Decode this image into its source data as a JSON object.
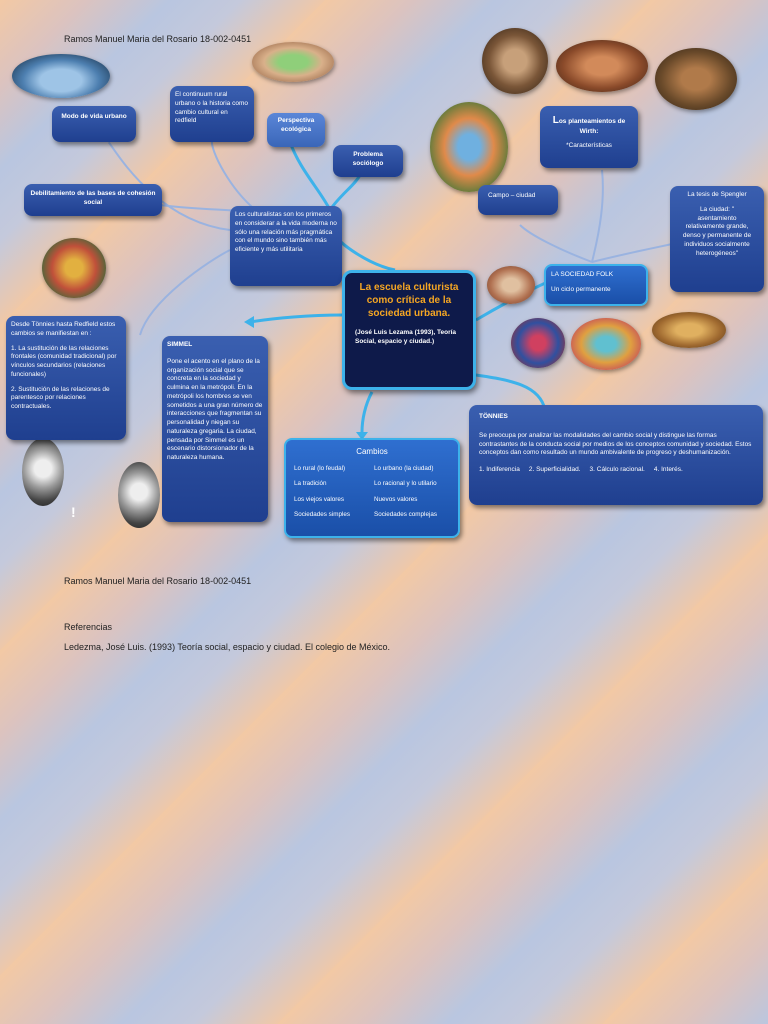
{
  "header": {
    "author": "Ramos Manuel Maria del Rosario 18-002-0451"
  },
  "map": {
    "title": "La escuela culturista como crítica de la sociedad urbana.",
    "subtitle": "(José Luis Lezama (1993), Teoría Social, espacio y ciudad.)",
    "nodes": {
      "modo_vida": "Modo de vida urbano",
      "continuum": "El continuum rural urbano o la historia como cambio cultural en redfield",
      "perspectiva": "Perspectiva ecológica",
      "problema": "Problema sociólogo",
      "debilitamiento": "Debilitamiento de las bases de cohesión social",
      "culturalistas": "Los culturalistas son los primeros en considerar a la vida moderna no sólo una relación más pragmática con el mundo sino también más eficiente y más utilitaria",
      "wirth_title": "os planteamientos de Wirth:",
      "wirth_initial": "L",
      "wirth_sub": "*Características",
      "campo": "Campo – ciudad",
      "spengler_title": "La tesis de Spengler",
      "spengler_body": "La ciudad: \" asentamiento relativamente grande, denso y permanente de individuos socialmente heterogéneos\"",
      "folk_title": "LA SOCIEDAD FOLK",
      "folk_body": "Un ciclo permanente",
      "tonnies_redfield_intro": "Desde Tönnies hasta Redfield estos cambios se manifiestan en :",
      "tonnies_redfield_1": "1. La sustitución de las relaciones frontales (comunidad tradicional) por vínculos secundarios (relaciones funcionales)",
      "tonnies_redfield_2": "2. Sustitución de las relaciones de parentesco por relaciones contractuales.",
      "simmel_title": "SIMMEL",
      "simmel_body": "Pone el acento en el plano de la organización social que se concreta en la sociedad y culmina en la metrópoli. En la metrópoli los hombres se ven sometidos a una gran número de interacciones que fragmentan su personalidad y niegan su naturaleza gregaria. La ciudad, pensada por Simmel es un escenario distorsionador de la naturaleza humana.",
      "tonnies_title": "TÖNNIES",
      "tonnies_body": "Se preocupa por analizar las modalidades del cambio social y distingue las formas contrastantes de la conducta social por medios de los conceptos comunidad y sociedad. Estos conceptos dan como resultado un mundo ambivalente de progreso y deshumanización.",
      "tonnies_list": "1. Indiferencia     2. Superficialidad.     3. Cálculo racional.     4. Interés.",
      "exclamation": "!"
    },
    "cambios": {
      "title": "Cambios",
      "rows": [
        [
          "Lo rural (lo feudal)",
          "Lo urbano (la ciudad)"
        ],
        [
          "La tradición",
          "Lo racional y lo utilario"
        ],
        [
          "Los viejos valores",
          "Nuevos valores"
        ],
        [
          "Sociedades simples",
          "Sociedades complejas"
        ]
      ]
    }
  },
  "lower": {
    "author": "Ramos Manuel Maria del Rosario 18-002-0451",
    "references_heading": "Referencias",
    "reference": "Ledezma, José Luis. (1993) Teoría social, espacio y ciudad. El colegio de México."
  },
  "colors": {
    "box": "#2a4fa0",
    "connector": "#3db2ea",
    "title_accent": "#f5a623",
    "title_bg": "#0e1a4a"
  }
}
